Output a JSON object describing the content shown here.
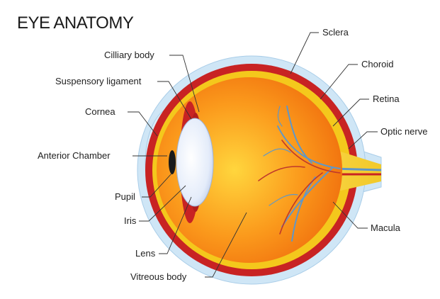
{
  "title": "EYE ANATOMY",
  "labels": {
    "cilliary_body": "Cilliary body",
    "suspensory_ligament": "Suspensory ligament",
    "cornea": "Cornea",
    "anterior_chamber": "Anterior Chamber",
    "pupil": "Pupil",
    "iris": "Iris",
    "lens": "Lens",
    "vitreous_body": "Vitreous body",
    "sclera": "Sclera",
    "choroid": "Choroid",
    "retina": "Retina",
    "optic_nerve": "Optic nerve",
    "macula": "Macula"
  },
  "colors": {
    "sclera": "#cfe6f6",
    "choroid": "#c82323",
    "retina": "#f4c81c",
    "vitreous_center": "#ffd238",
    "vitreous_edge": "#f06a0c",
    "vessel": "#5f97c8",
    "lens": "#e7eefb",
    "pupil": "#1a1a1a",
    "leader_line": "#333333"
  }
}
